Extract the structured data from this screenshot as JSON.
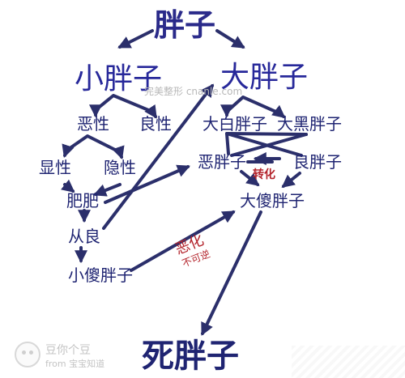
{
  "nodes": {
    "pangzi": "胖子",
    "xiao_pangzi": "小胖子",
    "da_pangzi": "大胖子",
    "exing": "恶性",
    "liangxing": "良性",
    "dabai_pangzi": "大白胖子",
    "dahei_pangzi": "大黑胖子",
    "xianxing": "显性",
    "yinxing": "隐性",
    "e_pangzi": "恶胖子",
    "liang_pangzi": "良胖子",
    "feifei": "肥肥",
    "da_sha_pangzi": "大傻胖子",
    "congliang": "从良",
    "xiao_sha_pangzi": "小傻胖子",
    "si_pangzi": "死胖子"
  },
  "labels": {
    "zhuanhua": "转化",
    "ehua": "恶化",
    "bukeni": "不可逆"
  },
  "watermark": "完美整形 cnanle.com",
  "brand": {
    "name": "豆你个豆",
    "from": "from 宝宝知道"
  },
  "colors": {
    "node_text": "#1f2472",
    "arrow": "#2b2f6b",
    "accent_red": "#b3232b"
  }
}
